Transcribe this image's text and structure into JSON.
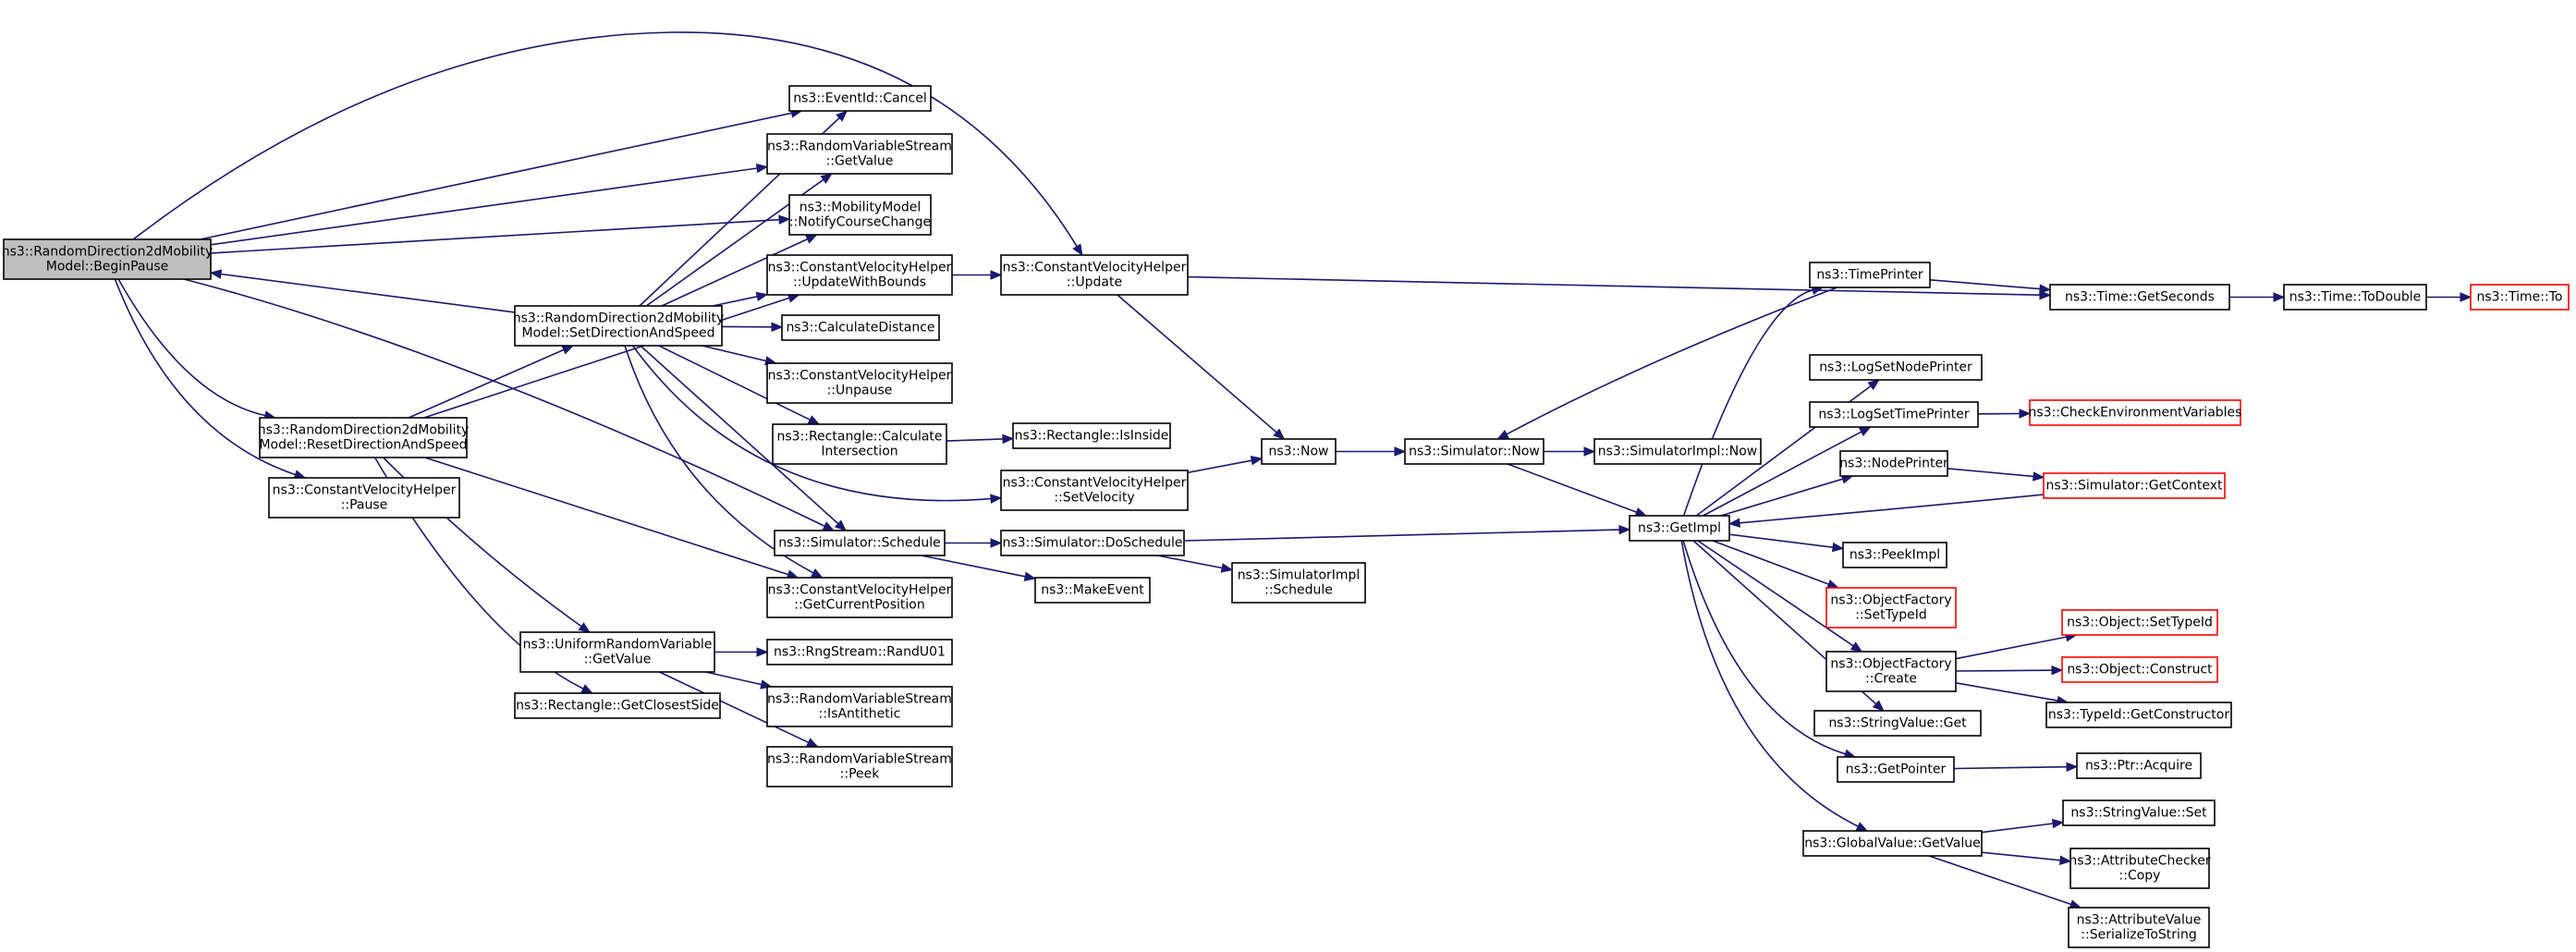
{
  "graph": {
    "title": "",
    "colors": {
      "edge": "#191970",
      "root_fill": "#bfbfbf",
      "truncated_border": "#ff0000",
      "border": "#000000"
    },
    "nodes": [
      {
        "id": "begin_pause",
        "lines": [
          "ns3::RandomDirection2dMobility",
          "Model::BeginPause"
        ],
        "root": true
      },
      {
        "id": "set_dir_speed",
        "lines": [
          "ns3::RandomDirection2dMobility",
          "Model::SetDirectionAndSpeed"
        ]
      },
      {
        "id": "reset_dir_speed",
        "lines": [
          "ns3::RandomDirection2dMobility",
          "Model::ResetDirectionAndSpeed"
        ]
      },
      {
        "id": "cvh_pause",
        "lines": [
          "ns3::ConstantVelocityHelper",
          "::Pause"
        ]
      },
      {
        "id": "event_cancel",
        "lines": [
          "ns3::EventId::Cancel"
        ]
      },
      {
        "id": "rvs_getvalue",
        "lines": [
          "ns3::RandomVariableStream",
          "::GetValue"
        ]
      },
      {
        "id": "mm_notify",
        "lines": [
          "ns3::MobilityModel",
          "::NotifyCourseChange"
        ]
      },
      {
        "id": "cvh_update_bounds",
        "lines": [
          "ns3::ConstantVelocityHelper",
          "::UpdateWithBounds"
        ]
      },
      {
        "id": "calc_distance",
        "lines": [
          "ns3::CalculateDistance"
        ]
      },
      {
        "id": "cvh_unpause",
        "lines": [
          "ns3::ConstantVelocityHelper",
          "::Unpause"
        ]
      },
      {
        "id": "rect_calc_inter",
        "lines": [
          "ns3::Rectangle::Calculate",
          "Intersection"
        ]
      },
      {
        "id": "rect_isinside",
        "lines": [
          "ns3::Rectangle::IsInside"
        ]
      },
      {
        "id": "sim_schedule",
        "lines": [
          "ns3::Simulator::Schedule"
        ]
      },
      {
        "id": "cvh_get_pos",
        "lines": [
          "ns3::ConstantVelocityHelper",
          "::GetCurrentPosition"
        ]
      },
      {
        "id": "urv_getvalue",
        "lines": [
          "ns3::UniformRandomVariable",
          "::GetValue"
        ]
      },
      {
        "id": "rect_closest",
        "lines": [
          "ns3::Rectangle::GetClosestSide"
        ]
      },
      {
        "id": "rng_randu01",
        "lines": [
          "ns3::RngStream::RandU01"
        ]
      },
      {
        "id": "rvs_isanti",
        "lines": [
          "ns3::RandomVariableStream",
          "::IsAntithetic"
        ]
      },
      {
        "id": "rvs_peek",
        "lines": [
          "ns3::RandomVariableStream",
          "::Peek"
        ]
      },
      {
        "id": "cvh_update",
        "lines": [
          "ns3::ConstantVelocityHelper",
          "::Update"
        ]
      },
      {
        "id": "cvh_setvel",
        "lines": [
          "ns3::ConstantVelocityHelper",
          "::SetVelocity"
        ]
      },
      {
        "id": "sim_doschedule",
        "lines": [
          "ns3::Simulator::DoSchedule"
        ]
      },
      {
        "id": "make_event",
        "lines": [
          "ns3::MakeEvent"
        ]
      },
      {
        "id": "simimpl_schedule",
        "lines": [
          "ns3::SimulatorImpl",
          "::Schedule"
        ]
      },
      {
        "id": "ns3_now",
        "lines": [
          "ns3::Now"
        ]
      },
      {
        "id": "sim_now",
        "lines": [
          "ns3::Simulator::Now"
        ]
      },
      {
        "id": "simimpl_now",
        "lines": [
          "ns3::SimulatorImpl::Now"
        ]
      },
      {
        "id": "get_impl",
        "lines": [
          "ns3::GetImpl"
        ]
      },
      {
        "id": "time_printer",
        "lines": [
          "ns3::TimePrinter"
        ]
      },
      {
        "id": "log_set_node",
        "lines": [
          "ns3::LogSetNodePrinter"
        ]
      },
      {
        "id": "log_set_time",
        "lines": [
          "ns3::LogSetTimePrinter"
        ]
      },
      {
        "id": "check_env",
        "lines": [
          "ns3::CheckEnvironmentVariables"
        ],
        "truncated": true
      },
      {
        "id": "node_printer",
        "lines": [
          "ns3::NodePrinter"
        ]
      },
      {
        "id": "sim_getcontext",
        "lines": [
          "ns3::Simulator::GetContext"
        ],
        "truncated": true
      },
      {
        "id": "peek_impl",
        "lines": [
          "ns3::PeekImpl"
        ]
      },
      {
        "id": "of_settypeid",
        "lines": [
          "ns3::ObjectFactory",
          "::SetTypeId"
        ],
        "truncated": true
      },
      {
        "id": "of_create",
        "lines": [
          "ns3::ObjectFactory",
          "::Create"
        ]
      },
      {
        "id": "obj_settypeid",
        "lines": [
          "ns3::Object::SetTypeId"
        ],
        "truncated": true
      },
      {
        "id": "obj_construct",
        "lines": [
          "ns3::Object::Construct"
        ],
        "truncated": true
      },
      {
        "id": "typeid_getctor",
        "lines": [
          "ns3::TypeId::GetConstructor"
        ]
      },
      {
        "id": "stringvalue_get",
        "lines": [
          "ns3::StringValue::Get"
        ]
      },
      {
        "id": "get_pointer",
        "lines": [
          "ns3::GetPointer"
        ]
      },
      {
        "id": "ptr_acquire",
        "lines": [
          "ns3::Ptr::Acquire"
        ]
      },
      {
        "id": "gv_getvalue",
        "lines": [
          "ns3::GlobalValue::GetValue"
        ]
      },
      {
        "id": "stringvalue_set",
        "lines": [
          "ns3::StringValue::Set"
        ]
      },
      {
        "id": "ac_copy",
        "lines": [
          "ns3::AttributeChecker",
          "::Copy"
        ]
      },
      {
        "id": "av_serialize",
        "lines": [
          "ns3::AttributeValue",
          "::SerializeToString"
        ]
      },
      {
        "id": "time_getseconds",
        "lines": [
          "ns3::Time::GetSeconds"
        ]
      },
      {
        "id": "time_todouble",
        "lines": [
          "ns3::Time::ToDouble"
        ]
      },
      {
        "id": "time_to",
        "lines": [
          "ns3::Time::To"
        ],
        "truncated": true
      }
    ],
    "edges": [
      [
        "begin_pause",
        "event_cancel"
      ],
      [
        "begin_pause",
        "rvs_getvalue"
      ],
      [
        "begin_pause",
        "mm_notify"
      ],
      [
        "begin_pause",
        "cvh_update"
      ],
      [
        "begin_pause",
        "reset_dir_speed"
      ],
      [
        "begin_pause",
        "cvh_pause"
      ],
      [
        "begin_pause",
        "sim_schedule"
      ],
      [
        "set_dir_speed",
        "begin_pause"
      ],
      [
        "set_dir_speed",
        "event_cancel"
      ],
      [
        "set_dir_speed",
        "rvs_getvalue"
      ],
      [
        "set_dir_speed",
        "mm_notify"
      ],
      [
        "set_dir_speed",
        "cvh_update_bounds"
      ],
      [
        "set_dir_speed",
        "calc_distance"
      ],
      [
        "set_dir_speed",
        "cvh_unpause"
      ],
      [
        "set_dir_speed",
        "rect_calc_inter"
      ],
      [
        "set_dir_speed",
        "cvh_setvel"
      ],
      [
        "set_dir_speed",
        "sim_schedule"
      ],
      [
        "set_dir_speed",
        "cvh_get_pos"
      ],
      [
        "reset_dir_speed",
        "set_dir_speed"
      ],
      [
        "reset_dir_speed",
        "cvh_update_bounds"
      ],
      [
        "reset_dir_speed",
        "cvh_get_pos"
      ],
      [
        "reset_dir_speed",
        "urv_getvalue"
      ],
      [
        "reset_dir_speed",
        "rect_closest"
      ],
      [
        "cvh_update_bounds",
        "cvh_update"
      ],
      [
        "rect_calc_inter",
        "rect_isinside"
      ],
      [
        "cvh_update",
        "ns3_now"
      ],
      [
        "cvh_update",
        "time_getseconds"
      ],
      [
        "cvh_setvel",
        "ns3_now"
      ],
      [
        "sim_schedule",
        "sim_doschedule"
      ],
      [
        "sim_schedule",
        "make_event"
      ],
      [
        "sim_doschedule",
        "get_impl"
      ],
      [
        "sim_doschedule",
        "simimpl_schedule"
      ],
      [
        "urv_getvalue",
        "rng_randu01"
      ],
      [
        "urv_getvalue",
        "rvs_isanti"
      ],
      [
        "urv_getvalue",
        "rvs_peek"
      ],
      [
        "ns3_now",
        "sim_now"
      ],
      [
        "sim_now",
        "simimpl_now"
      ],
      [
        "sim_now",
        "get_impl"
      ],
      [
        "time_printer",
        "sim_now"
      ],
      [
        "time_printer",
        "time_getseconds"
      ],
      [
        "get_impl",
        "time_printer"
      ],
      [
        "get_impl",
        "log_set_node"
      ],
      [
        "get_impl",
        "log_set_time"
      ],
      [
        "get_impl",
        "node_printer"
      ],
      [
        "get_impl",
        "peek_impl"
      ],
      [
        "get_impl",
        "of_settypeid"
      ],
      [
        "get_impl",
        "of_create"
      ],
      [
        "get_impl",
        "stringvalue_get"
      ],
      [
        "get_impl",
        "get_pointer"
      ],
      [
        "get_impl",
        "gv_getvalue"
      ],
      [
        "log_set_time",
        "check_env"
      ],
      [
        "node_printer",
        "sim_getcontext"
      ],
      [
        "sim_getcontext",
        "get_impl"
      ],
      [
        "of_create",
        "obj_settypeid"
      ],
      [
        "of_create",
        "obj_construct"
      ],
      [
        "of_create",
        "typeid_getctor"
      ],
      [
        "get_pointer",
        "ptr_acquire"
      ],
      [
        "gv_getvalue",
        "stringvalue_set"
      ],
      [
        "gv_getvalue",
        "ac_copy"
      ],
      [
        "gv_getvalue",
        "av_serialize"
      ],
      [
        "time_getseconds",
        "time_todouble"
      ],
      [
        "time_todouble",
        "time_to"
      ]
    ]
  }
}
